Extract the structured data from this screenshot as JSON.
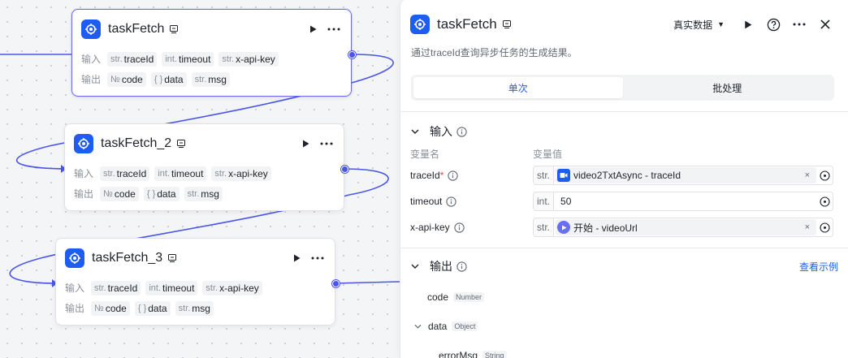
{
  "nodes": [
    {
      "title": "taskFetch",
      "input_label": "输入",
      "output_label": "输出",
      "inputs": [
        {
          "type": "str.",
          "name": "traceId"
        },
        {
          "type": "int.",
          "name": "timeout"
        },
        {
          "type": "str.",
          "name": "x-api-key"
        }
      ],
      "outputs": [
        {
          "type": "№",
          "name": "code"
        },
        {
          "type": "{ }",
          "name": "data"
        },
        {
          "type": "str.",
          "name": "msg"
        }
      ]
    },
    {
      "title": "taskFetch_2",
      "input_label": "输入",
      "output_label": "输出",
      "inputs": [
        {
          "type": "str.",
          "name": "traceId"
        },
        {
          "type": "int.",
          "name": "timeout"
        },
        {
          "type": "str.",
          "name": "x-api-key"
        }
      ],
      "outputs": [
        {
          "type": "№",
          "name": "code"
        },
        {
          "type": "{ }",
          "name": "data"
        },
        {
          "type": "str.",
          "name": "msg"
        }
      ]
    },
    {
      "title": "taskFetch_3",
      "input_label": "输入",
      "output_label": "输出",
      "inputs": [
        {
          "type": "str.",
          "name": "traceId"
        },
        {
          "type": "int.",
          "name": "timeout"
        },
        {
          "type": "str.",
          "name": "x-api-key"
        }
      ],
      "outputs": [
        {
          "type": "№",
          "name": "code"
        },
        {
          "type": "{ }",
          "name": "data"
        },
        {
          "type": "str.",
          "name": "msg"
        }
      ]
    }
  ],
  "panel": {
    "title": "taskFetch",
    "data_mode": "真实数据",
    "description": "通过traceId查询异步任务的生成结果。",
    "tabs": [
      "单次",
      "批处理"
    ],
    "input_section": {
      "title": "输入",
      "col_name": "变量名",
      "col_value": "变量值",
      "params": [
        {
          "name": "traceId",
          "required": "*",
          "type": "str.",
          "value": "video2TxtAsync - traceId",
          "source_icon": "video-icon"
        },
        {
          "name": "timeout",
          "required": "",
          "type": "int.",
          "value": "50"
        },
        {
          "name": "x-api-key",
          "required": "",
          "type": "str.",
          "value": "开始 - videoUrl",
          "source_icon": "start-icon"
        }
      ]
    },
    "output_section": {
      "title": "输出",
      "link": "查看示例",
      "fields": [
        {
          "name": "code",
          "type": "Number"
        },
        {
          "name": "data",
          "type": "Object"
        },
        {
          "name": "errorMsg",
          "type": "String"
        }
      ]
    }
  },
  "colors": {
    "accent": "#1f5cf2",
    "edge": "#4b56e6",
    "node_border_selected": "#6a6ff2"
  }
}
